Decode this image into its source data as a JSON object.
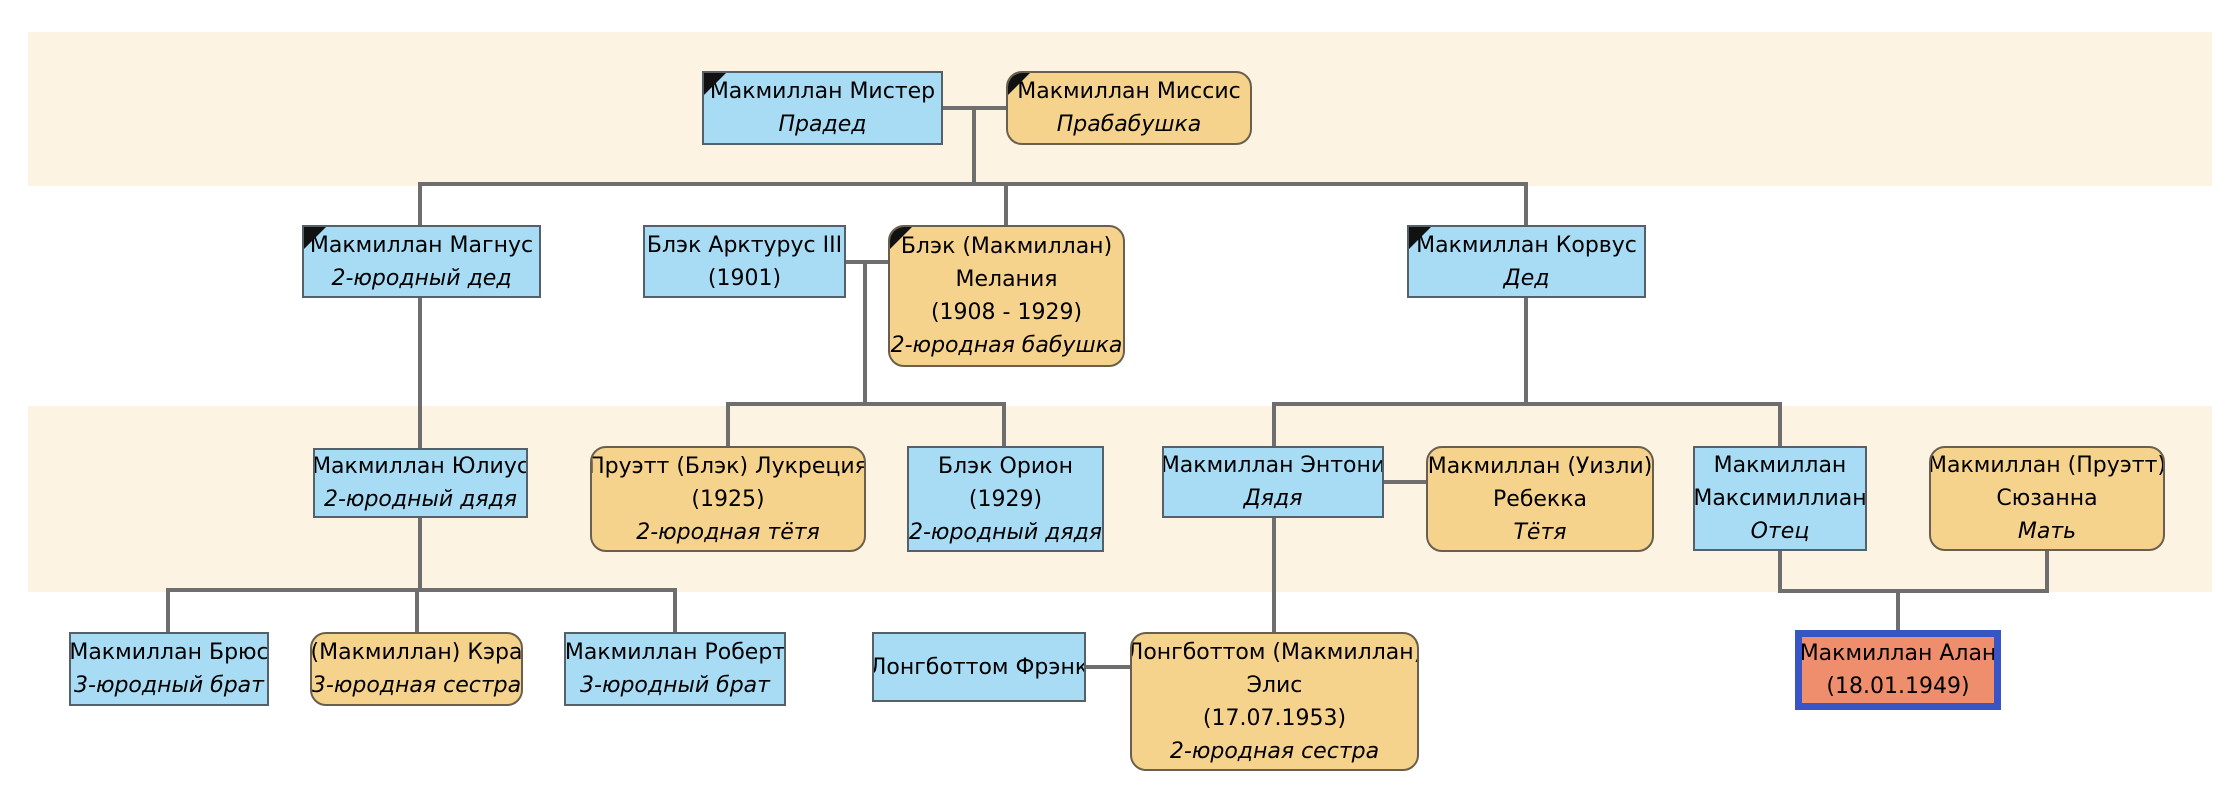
{
  "colors": {
    "male": "#a8dcf4",
    "female": "#f6d38c",
    "self": "#ef8e6c",
    "self_border": "#3755c4",
    "connector": "#6e6e6e",
    "band": "#fdf3e2"
  },
  "nodes": {
    "mister": {
      "lines": [
        "Макмиллан Мистер"
      ],
      "relation": "Прадед"
    },
    "missis": {
      "lines": [
        "Макмиллан Миссис"
      ],
      "relation": "Прабабушка"
    },
    "magnus": {
      "lines": [
        "Макмиллан Магнус"
      ],
      "relation": "2-юродный дед"
    },
    "arcturus": {
      "lines": [
        "Блэк Арктурус III",
        "(1901)"
      ],
      "relation": ""
    },
    "melania": {
      "lines": [
        "Блэк (Макмиллан)",
        "Мелания",
        "(1908 - 1929)"
      ],
      "relation": "2-юродная бабушка"
    },
    "corvus": {
      "lines": [
        "Макмиллан Корвус"
      ],
      "relation": "Дед"
    },
    "julius": {
      "lines": [
        "Макмиллан Юлиус"
      ],
      "relation": "2-юродный дядя"
    },
    "lucretia": {
      "lines": [
        "Пруэтт (Блэк) Лукреция",
        "(1925)"
      ],
      "relation": "2-юродная тётя"
    },
    "orion": {
      "lines": [
        "Блэк Орион",
        "(1929)"
      ],
      "relation": "2-юродный дядя"
    },
    "anthony": {
      "lines": [
        "Макмиллан Энтони"
      ],
      "relation": "Дядя"
    },
    "rebecca": {
      "lines": [
        "Макмиллан (Уизли)",
        "Ребекка"
      ],
      "relation": "Тётя"
    },
    "maximilian": {
      "lines": [
        "Макмиллан",
        "Максимиллиан"
      ],
      "relation": "Отец"
    },
    "susanna": {
      "lines": [
        "Макмиллан (Пруэтт)",
        "Сюзанна"
      ],
      "relation": "Мать"
    },
    "bruce": {
      "lines": [
        "Макмиллан Брюс"
      ],
      "relation": "3-юродный брат"
    },
    "kara": {
      "lines": [
        "(Макмиллан) Кэра"
      ],
      "relation": "3-юродная сестра"
    },
    "robert": {
      "lines": [
        "Макмиллан Роберт"
      ],
      "relation": "3-юродный брат"
    },
    "frank": {
      "lines": [
        "Лонгботтом Фрэнк"
      ],
      "relation": ""
    },
    "alice": {
      "lines": [
        "Лонгботтом (Макмиллан)",
        "Элис",
        "(17.07.1953)"
      ],
      "relation": "2-юродная сестра"
    },
    "alan": {
      "lines": [
        "Макмиллан Алан",
        "(18.01.1949)"
      ],
      "relation": ""
    }
  }
}
